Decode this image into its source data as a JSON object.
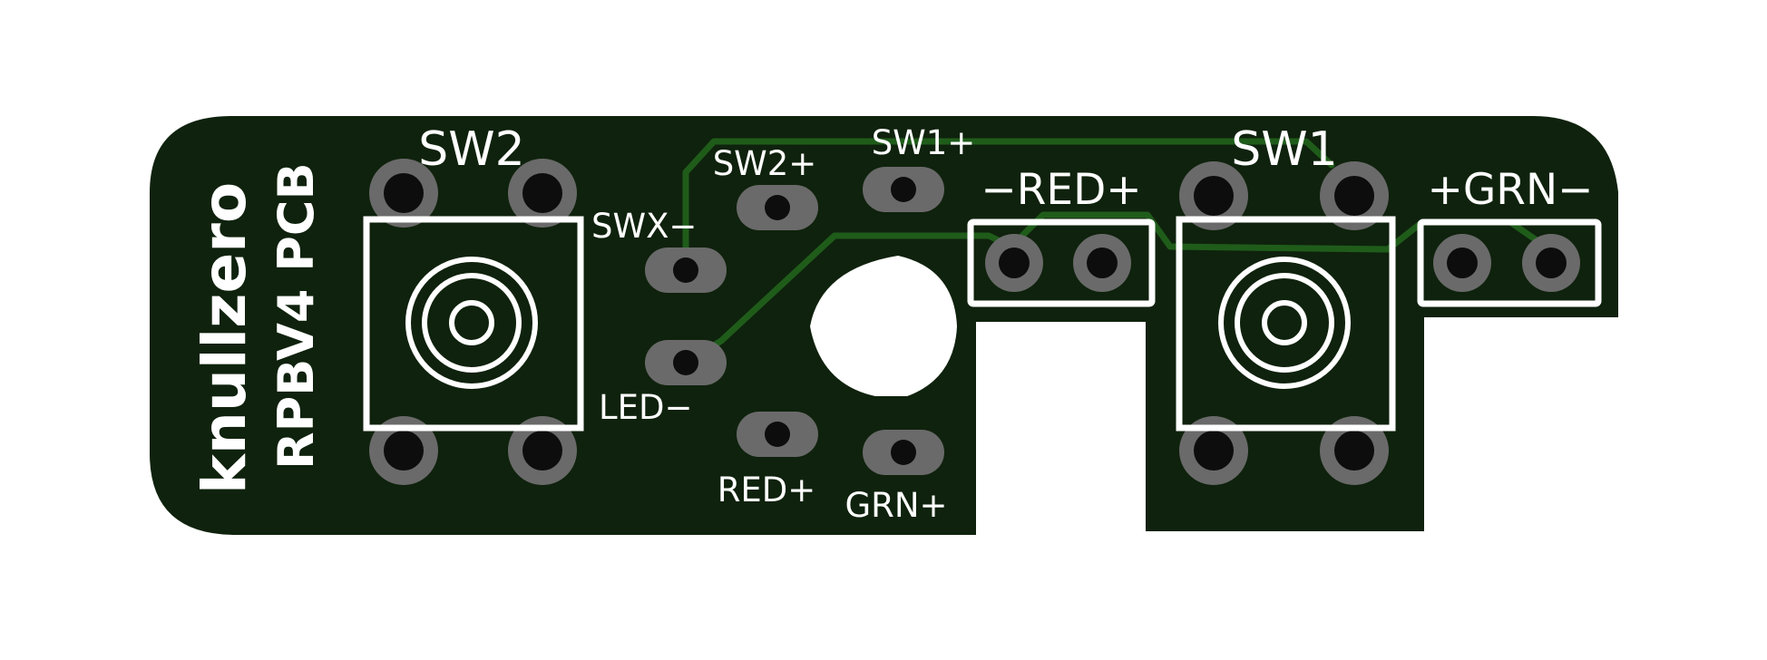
{
  "board": {
    "brand": "knullzero",
    "name": "RPBV4 PCB",
    "colors": {
      "solder_mask": "#0f220d",
      "copper_trace": "#1f5c1a",
      "silkscreen": "#ffffff",
      "pad_ring": "#6a6a6a",
      "drill": "#0d0d0d"
    }
  },
  "components": {
    "sw2": "SW2",
    "sw1": "SW1",
    "red_header": "−RED+",
    "grn_header": "+GRN−"
  },
  "pin_labels": {
    "sw2_plus": "SW2+",
    "sw1_plus": "SW1+",
    "swx_minus": "SWX−",
    "led_minus": "LED−",
    "red_plus": "RED+",
    "grn_plus": "GRN+"
  }
}
